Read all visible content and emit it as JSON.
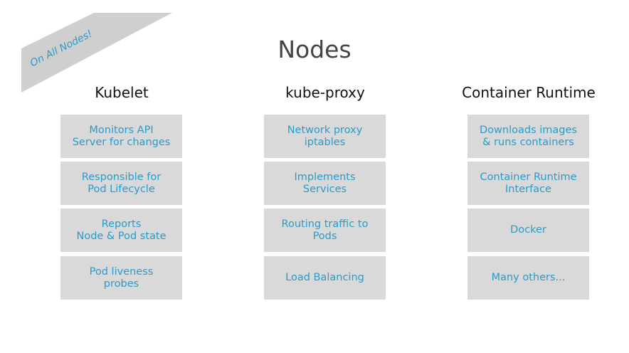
{
  "banner": {
    "text": "On All Nodes!",
    "color": "#cfcfcf",
    "text_color": "#2a9bc9"
  },
  "title": "Nodes",
  "columns": [
    {
      "heading": "Kubelet",
      "items": [
        "Monitors API\nServer for changes",
        "Responsible for\nPod Lifecycle",
        "Reports\nNode & Pod state",
        "Pod liveness\nprobes"
      ]
    },
    {
      "heading": "kube-proxy",
      "items": [
        "Network proxy\niptables",
        "Implements\nServices",
        "Routing traffic to\nPods",
        "Load Balancing"
      ]
    },
    {
      "heading": "Container Runtime",
      "items": [
        "Downloads images\n& runs containers",
        "Container Runtime\nInterface",
        "Docker",
        "Many others..."
      ]
    }
  ]
}
